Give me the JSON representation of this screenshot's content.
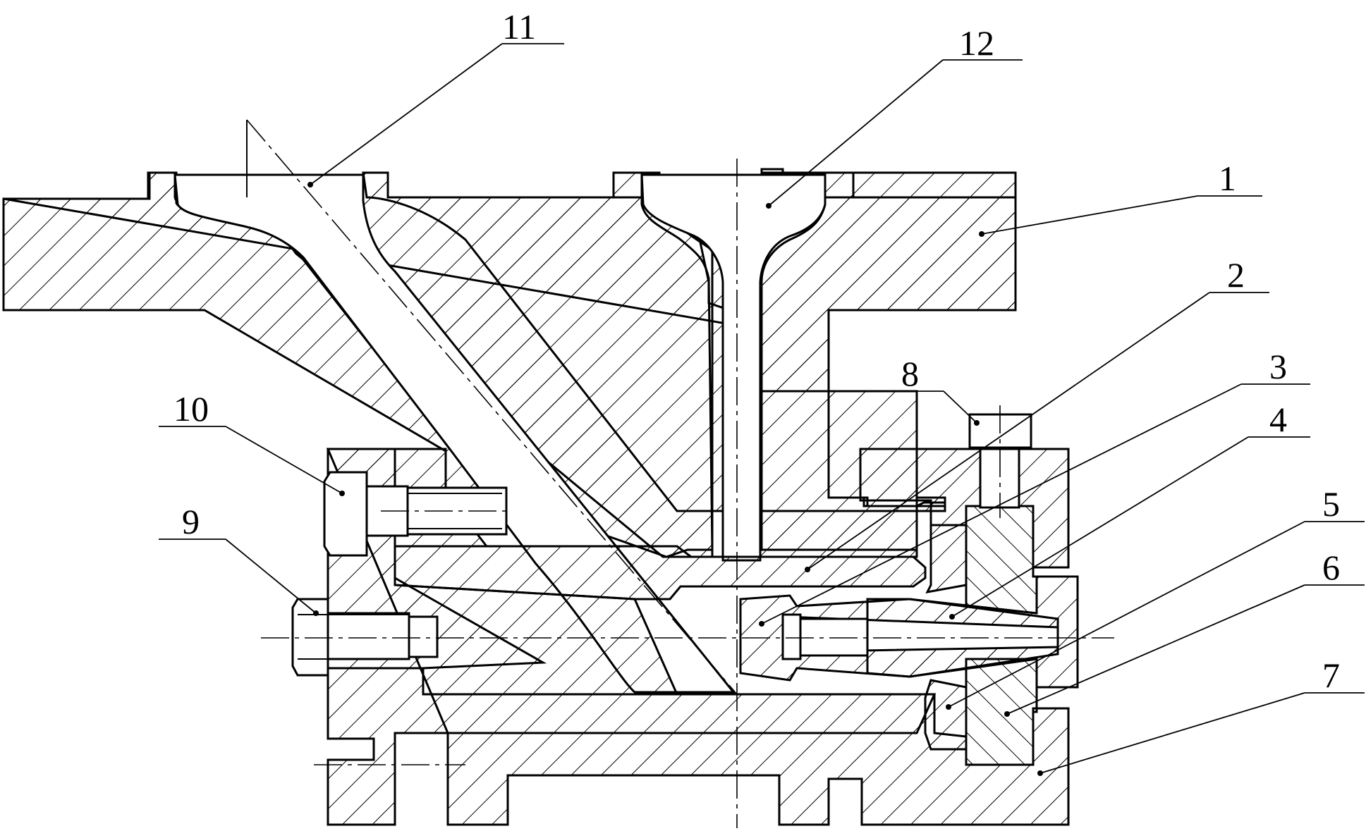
{
  "drawing": {
    "type": "mechanical cross-section",
    "part_labels": [
      "1",
      "2",
      "3",
      "4",
      "5",
      "6",
      "7",
      "8",
      "9",
      "10",
      "11",
      "12"
    ]
  },
  "colors": {
    "line": "#000000",
    "background": "#ffffff"
  }
}
